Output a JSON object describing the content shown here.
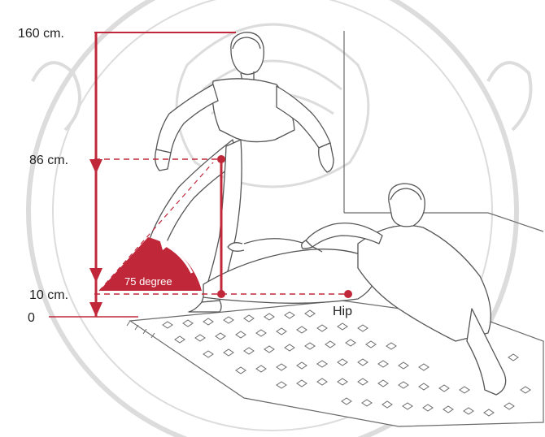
{
  "labels": {
    "h160": "160 cm.",
    "h86": "86 cm.",
    "h10": "10 cm.",
    "h0": "0",
    "angle": "75 degree",
    "hip": "Hip"
  },
  "colors": {
    "measure_red": "#c0283a",
    "line_art": "#6b6b6b",
    "watermark": "#d9d9d9"
  }
}
